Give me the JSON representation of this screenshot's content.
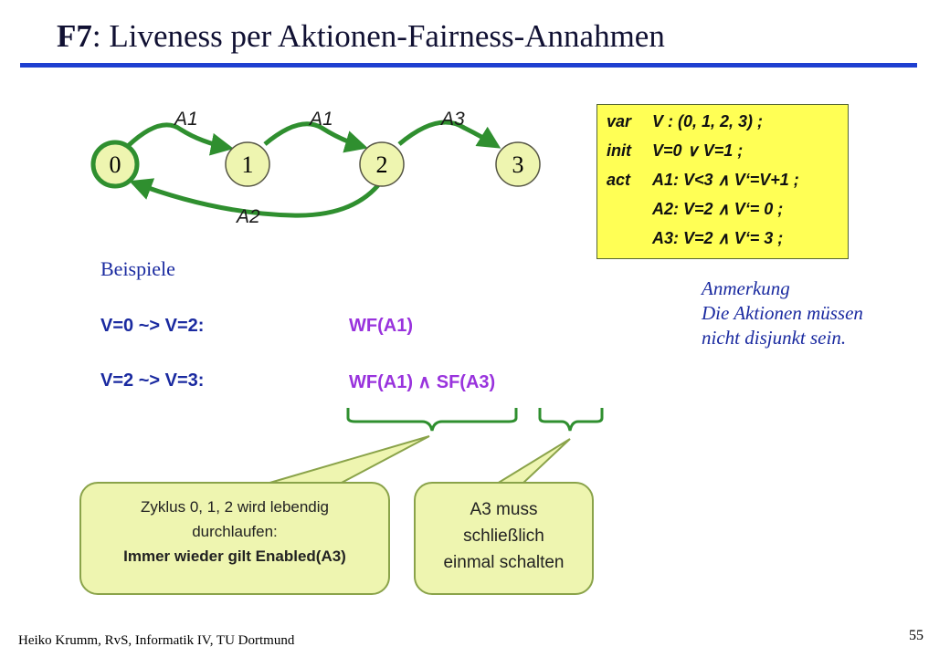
{
  "title": {
    "prefix": "F7",
    "rest": ": Liveness per Aktionen-Fairness-Annahmen"
  },
  "graph": {
    "nodes": [
      "0",
      "1",
      "2",
      "3"
    ],
    "edges": [
      "A1",
      "A1",
      "A3",
      "A2"
    ],
    "colors": {
      "edge": "#2f8f2f",
      "node_fill": "#eef5b0",
      "node_border": "#555544",
      "start_ring": "#2f8f2f"
    }
  },
  "program": {
    "rows": [
      {
        "kw": "var",
        "text": "V : (0, 1, 2, 3) ;"
      },
      {
        "kw": "init",
        "text": "V=0 ∨ V=1 ;"
      },
      {
        "kw": "act",
        "text": "A1: V<3 ∧ V‘=V+1 ;"
      },
      {
        "kw": "",
        "text": "A2: V=2 ∧ V‘= 0 ;"
      },
      {
        "kw": "",
        "text": "A3: V=2 ∧ V‘= 3 ;"
      }
    ]
  },
  "examples": {
    "heading": "Beispiele",
    "rows": [
      {
        "lhs": "V=0 ~> V=2:",
        "rhs": "WF(A1)"
      },
      {
        "lhs": "V=2 ~> V=3:",
        "rhs": "WF(A1) ∧ SF(A3)"
      }
    ]
  },
  "note": {
    "line1": "Anmerkung",
    "line2": "Die Aktionen müssen",
    "line3": "nicht disjunkt sein."
  },
  "callouts": {
    "left": {
      "line1": "Zyklus 0, 1, 2 wird lebendig",
      "line2": "durchlaufen:",
      "line3": "Immer wieder gilt Enabled(A3)"
    },
    "right": {
      "line1": "A3 muss",
      "line2": "schließlich",
      "line3": "einmal schalten"
    }
  },
  "footer": {
    "author": "Heiko Krumm, RvS, Informatik IV, TU Dortmund",
    "page": "55"
  }
}
